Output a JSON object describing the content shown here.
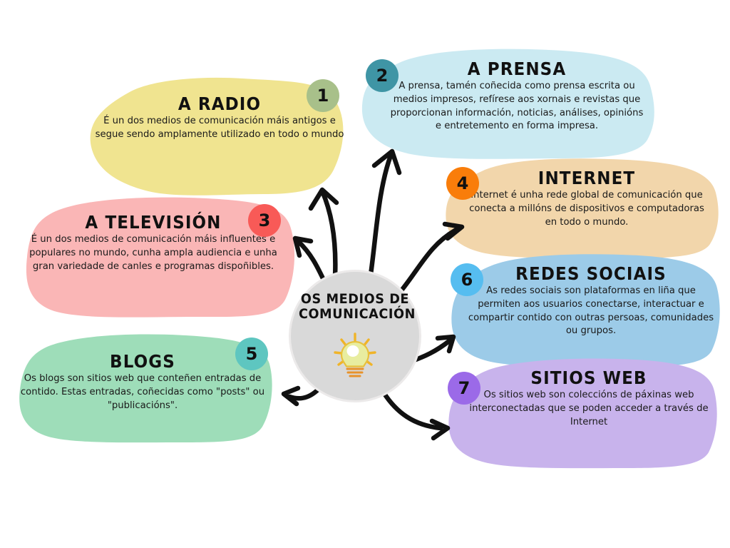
{
  "center": {
    "title_line1": "OS MEDIOS DE",
    "title_line2": "COMUNICACIÓN",
    "icon": "lightbulb-icon",
    "circle_color": "#d9d9d9"
  },
  "theme": {
    "background": "#ffffff",
    "arrow_color": "#111111",
    "text_color": "#111111"
  },
  "nodes": [
    {
      "number": "1",
      "title": "A RADIO",
      "body": "É un dos medios de comunicación máis antigos e segue sendo amplamente utilizado en todo o mundo",
      "blob_color": "#f0e490",
      "badge_color": "#a8c08a"
    },
    {
      "number": "2",
      "title": "A PRENSA",
      "body": "A prensa, tamén coñecida como prensa escrita ou medios impresos, refírese aos xornais e revistas que proporcionan información, noticias, análises, opinións e entretemento en forma impresa.",
      "blob_color": "#cbeaf2",
      "badge_color": "#3f95a5"
    },
    {
      "number": "3",
      "title": "A TELEVISIÓN",
      "body": "É un dos medios de comunicación máis influentes e populares no mundo, cunha ampla audiencia e unha gran variedade de canles e programas dispoñibles.",
      "blob_color": "#fab6b6",
      "badge_color": "#f85a57"
    },
    {
      "number": "4",
      "title": "INTERNET",
      "body": "Internet é unha rede global de comunicación que conecta a millóns de dispositivos e computadoras en todo o mundo.",
      "blob_color": "#f2d6ab",
      "badge_color": "#f97d0a"
    },
    {
      "number": "5",
      "title": "BLOGS",
      "body": "Os blogs son sitios web que conteñen entradas de contido. Estas entradas, coñecidas como \"posts\" ou \"publicacións\".",
      "blob_color": "#9eddb9",
      "badge_color": "#5ec6c0"
    },
    {
      "number": "6",
      "title": "REDES SOCIAIS",
      "body": "As redes sociais son plataformas en liña que permiten aos usuarios conectarse, interactuar e compartir contido con outras persoas, comunidades ou grupos.",
      "blob_color": "#9ccbe8",
      "badge_color": "#56bdf0"
    },
    {
      "number": "7",
      "title": "SITIOS WEB",
      "body": "Os sitios web son coleccións de páxinas web interconectadas que se poden acceder a través de Internet",
      "blob_color": "#c8b3ec",
      "badge_color": "#9b6ae8"
    }
  ]
}
